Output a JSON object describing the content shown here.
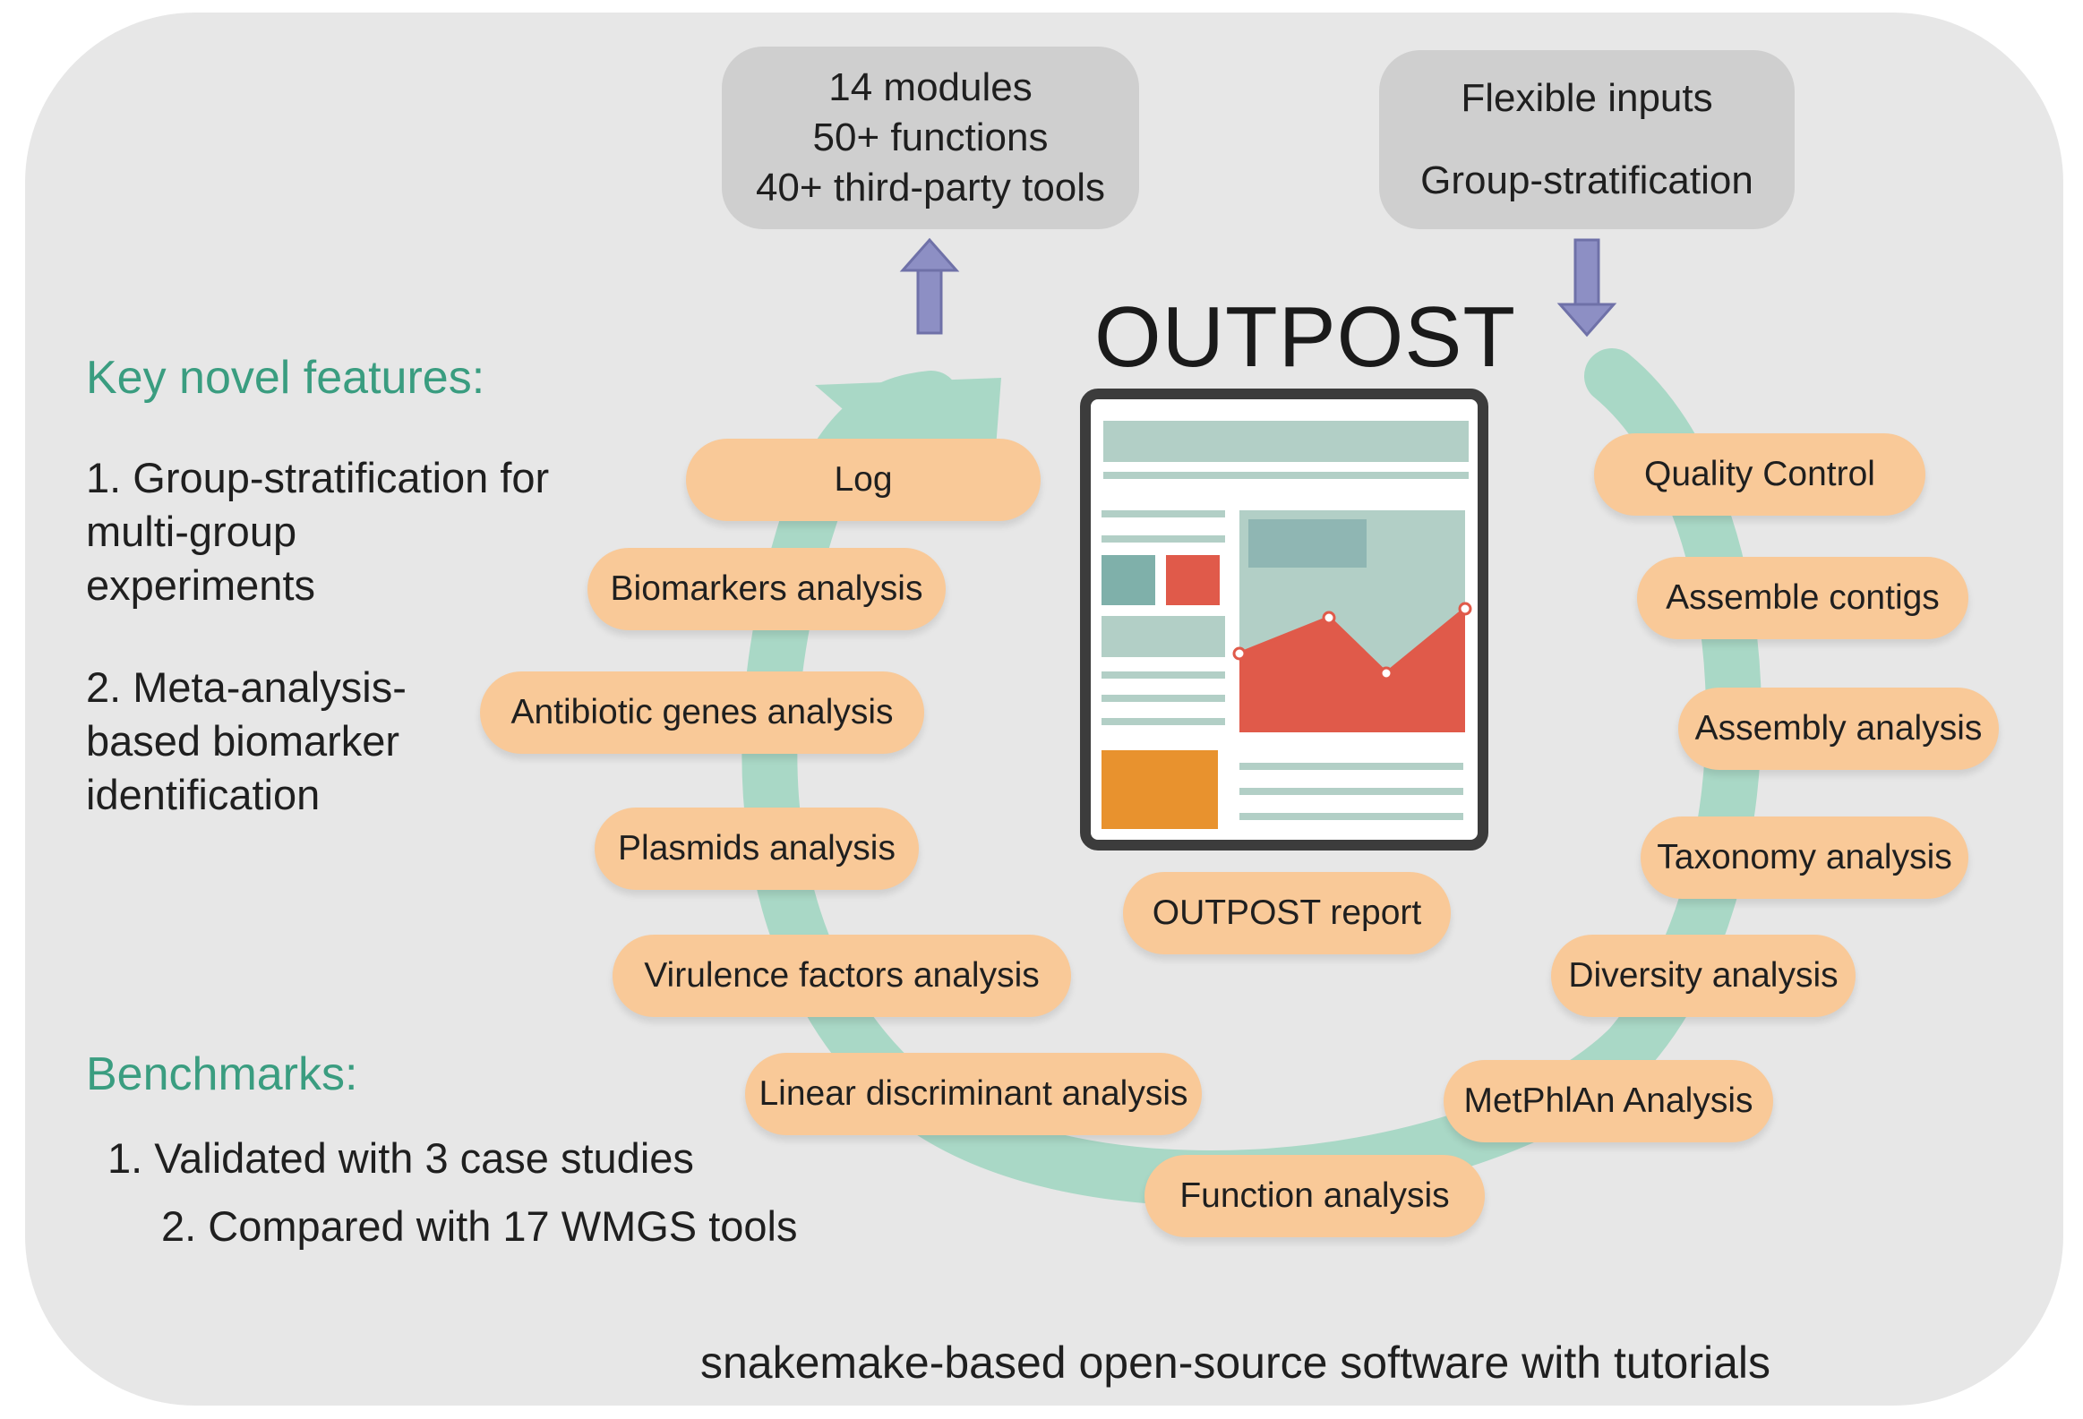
{
  "top_boxes": {
    "left": [
      "14 modules",
      "50+ functions",
      "40+ third-party tools"
    ],
    "right": [
      "Flexible inputs",
      "Group-stratification"
    ]
  },
  "title": "OUTPOST",
  "key_features": {
    "heading": "Key novel features:",
    "item1": [
      "1. Group-stratification for",
      "multi-group",
      "experiments"
    ],
    "item2": [
      "2. Meta-analysis-",
      "based biomarker",
      "identification"
    ]
  },
  "benchmarks": {
    "heading": "Benchmarks:",
    "item1": "1. Validated with 3 case studies",
    "item2": "2. Compared with 17 WMGS tools"
  },
  "left_modules": [
    "Log",
    "Biomarkers analysis",
    "Antibiotic genes analysis",
    "Plasmids analysis",
    "Virulence factors analysis",
    "Linear discriminant analysis"
  ],
  "right_modules": [
    "Quality Control",
    "Assemble contigs",
    "Assembly analysis",
    "Taxonomy analysis",
    "Diversity analysis",
    "MetPhlAn Analysis"
  ],
  "bottom_module": "Function analysis",
  "report_label": "OUTPOST report",
  "footer": "snakemake-based open-source software with tutorials",
  "colors": {
    "panel": "#e7e7e7",
    "grey_box": "#cfcfcf",
    "pill": "#f9c998",
    "cycle_arrow": "#a9d8c6",
    "heading": "#3a9d80",
    "arrow": "#8d8fc4",
    "report_red": "#e05a4a",
    "report_orange": "#e8922e",
    "report_teal": "#b2cfc6"
  }
}
